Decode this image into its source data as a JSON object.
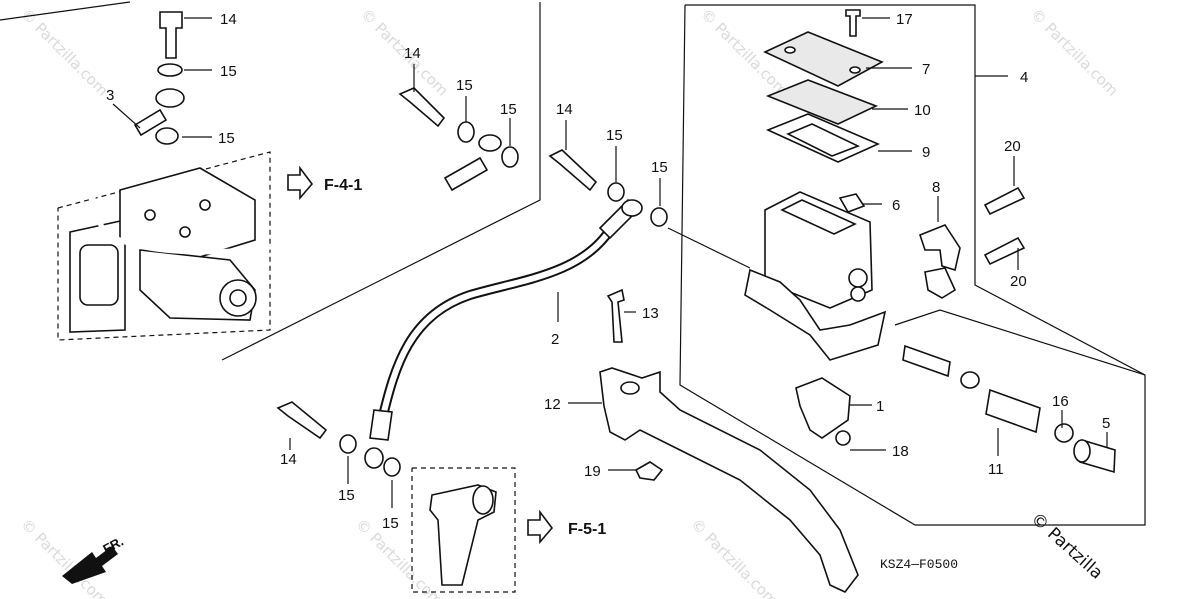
{
  "drawing_code": "KSZ4—F0500",
  "watermark_text": "© Partzilla.com",
  "brand_text": "© Partzilla",
  "front_label": "FR.",
  "ref_labels": {
    "f41": "F-4-1",
    "f51": "F-5-1"
  },
  "callouts": {
    "c14a": "14",
    "c15a": "15",
    "c3": "3",
    "c15b": "15",
    "c14b": "14",
    "c15c": "15",
    "c15d": "15",
    "c14c": "14",
    "c15e": "15",
    "c15f": "15",
    "c17": "17",
    "c7": "7",
    "c4": "4",
    "c10": "10",
    "c9": "9",
    "c20a": "20",
    "c8": "8",
    "c6": "6",
    "c20b": "20",
    "c13": "13",
    "c2": "2",
    "c12": "12",
    "c1": "1",
    "c16": "16",
    "c5": "5",
    "c18": "18",
    "c11": "11",
    "c14d": "14",
    "c15g": "15",
    "c15h": "15",
    "c19": "19"
  },
  "colors": {
    "ink": "#111111",
    "watermark": "#d9d9d9"
  }
}
